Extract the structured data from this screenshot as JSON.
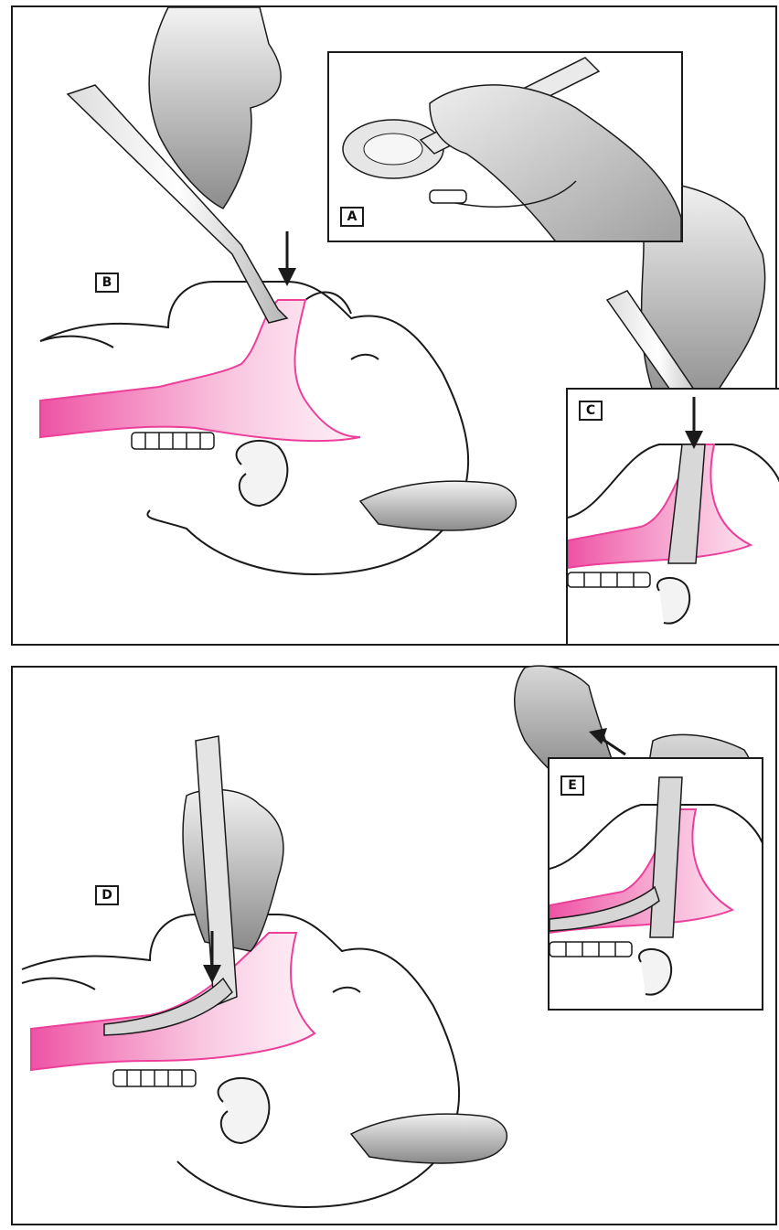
{
  "labels": {
    "a": "A",
    "b": "B",
    "c": "C",
    "d": "D",
    "e": "E"
  },
  "colors": {
    "airway": "#ec3f9a",
    "airway_fill": "#f7b8d8",
    "glove": "#9a9a9a",
    "outline": "#1a1a1a"
  }
}
